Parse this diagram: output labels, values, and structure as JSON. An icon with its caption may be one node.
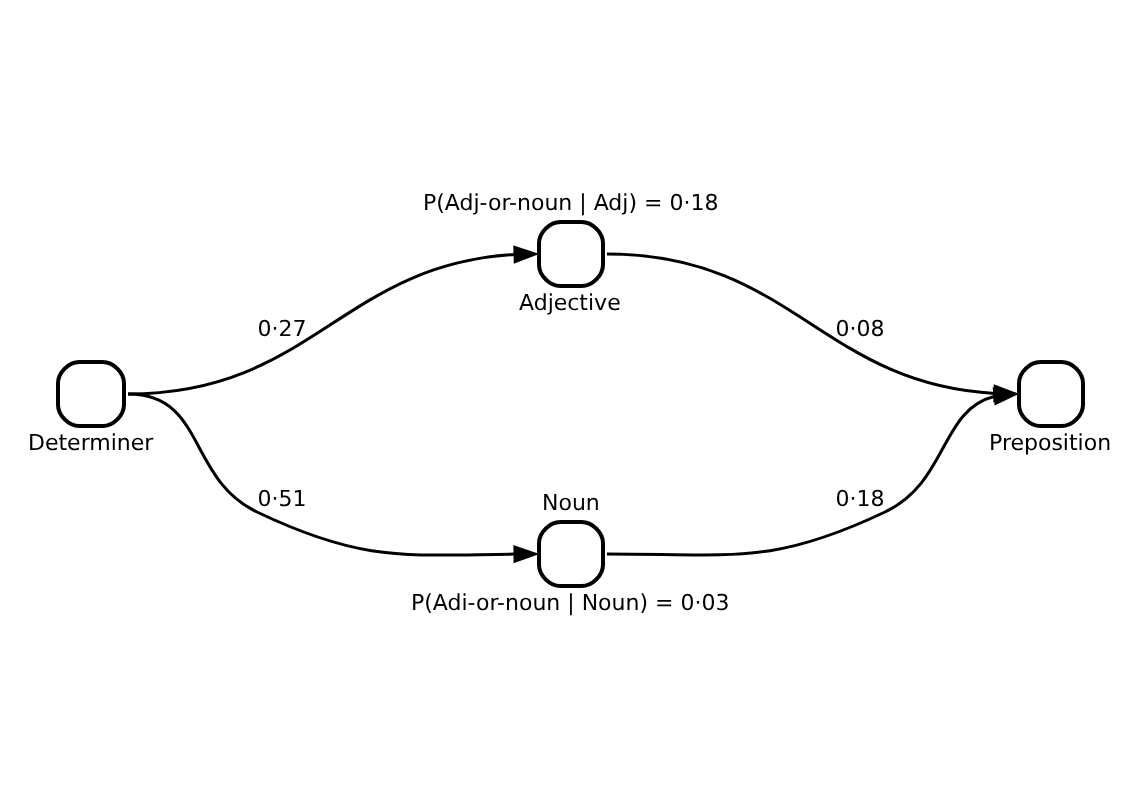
{
  "diagram": {
    "nodes": [
      {
        "text": [
          "Determiner"
        ]
      },
      {
        "text": [
          "Adjective"
        ],
        "beside": [
          "P(Adj-or-noun | Adj) = 0·18"
        ]
      },
      {
        "text": [
          "Noun"
        ],
        "beside": [
          "P(Adi-or-noun | Noun) = 0·03"
        ]
      },
      {
        "text": [
          "Preposition"
        ]
      }
    ],
    "edges": [
      {
        "from": 0,
        "to": 1,
        "arrow": "to",
        "label": "0·27"
      },
      {
        "from": 0,
        "to": 2,
        "arrow": "to",
        "label": "0·51"
      },
      {
        "from": 1,
        "to": 3,
        "arrow": "to",
        "label": "0·08"
      },
      {
        "from": 2,
        "to": 3,
        "arrow": "to",
        "label": "0·18"
      }
    ]
  }
}
